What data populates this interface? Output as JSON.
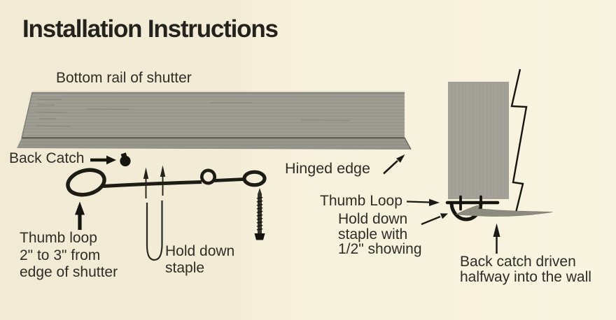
{
  "page": {
    "title": "Installation Instructions"
  },
  "colors": {
    "paper": "#f4eed9",
    "ink": "#2e2c26",
    "hardware_black": "#17160f",
    "wood_gray": "#9c9b91",
    "catch_blade_gray": "#8d8b7e"
  },
  "diagram": {
    "left": {
      "rail_label": "Bottom rail of shutter",
      "back_catch_label": "Back Catch",
      "hinged_edge_label": "Hinged edge",
      "thumb_loop_note": [
        "Thumb loop",
        "2\" to 3\" from",
        "edge of shutter"
      ],
      "hold_down_staple_label": [
        "Hold down",
        "staple"
      ]
    },
    "right": {
      "thumb_loop_label": "Thumb Loop",
      "hold_down_note": [
        "Hold down",
        "staple with",
        "1/2\" showing"
      ],
      "back_catch_note": [
        "Back catch driven",
        "halfway into the wall"
      ]
    }
  }
}
